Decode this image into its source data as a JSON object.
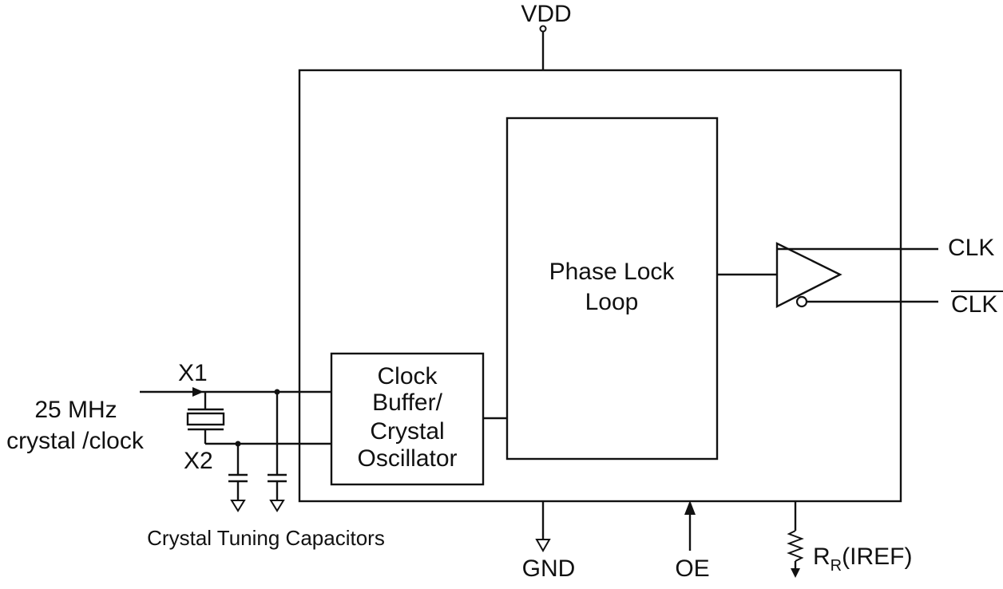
{
  "pins": {
    "vdd": "VDD",
    "gnd": "GND",
    "oe": "OE",
    "rr_main": "R",
    "rr_sub": "R",
    "rr_suffix": "(IREF)",
    "clk": "CLK",
    "clk_bar": "CLK",
    "x1": "X1",
    "x2": "X2"
  },
  "input": {
    "line1": "25 MHz",
    "line2": "crystal /clock"
  },
  "blocks": {
    "pll_line1": "Phase Lock",
    "pll_line2": "Loop",
    "osc_line1": "Clock",
    "osc_line2": "Buffer/",
    "osc_line3": "Crystal",
    "osc_line4": "Oscillator"
  },
  "caption": "Crystal Tuning Capacitors"
}
